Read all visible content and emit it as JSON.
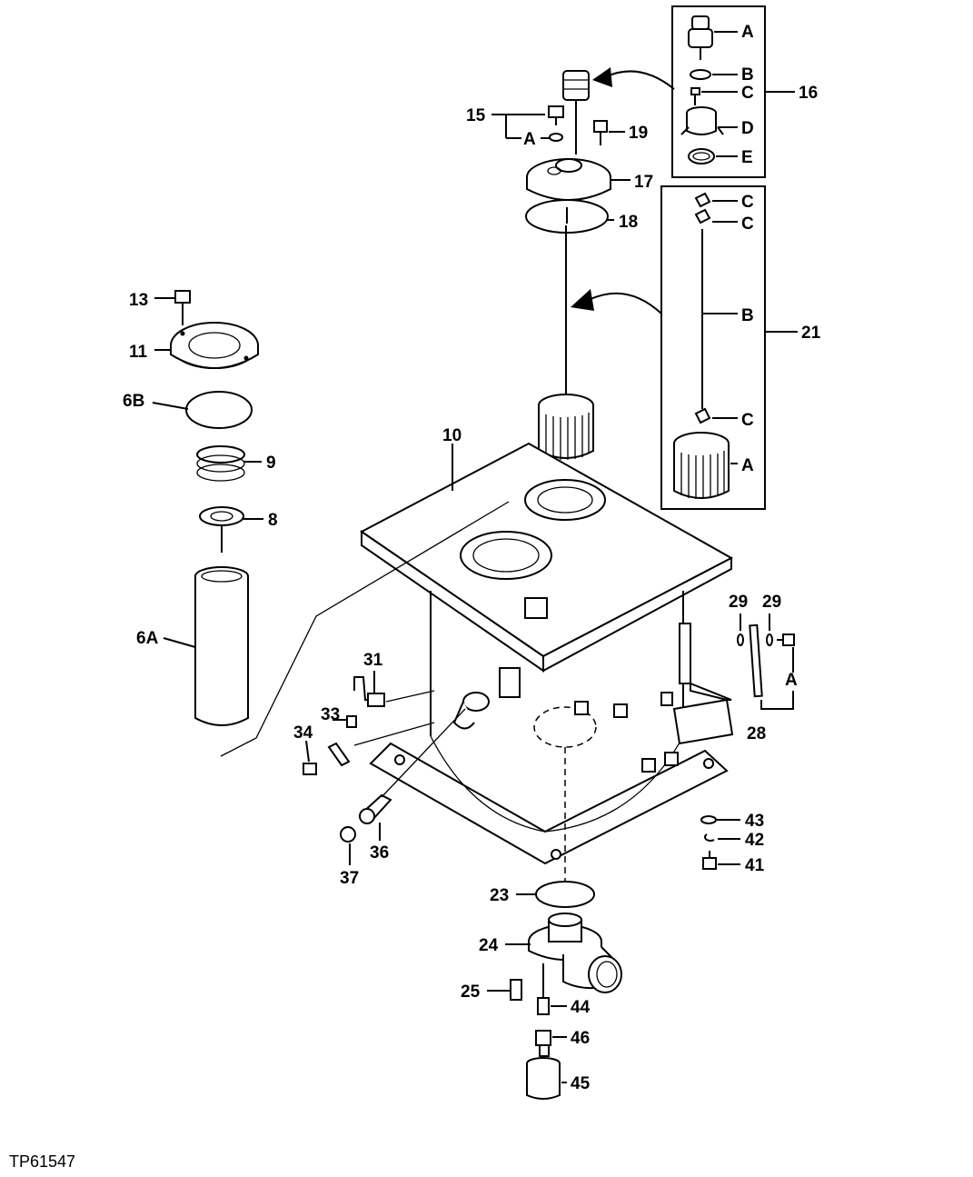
{
  "figure_id": "TP61547",
  "callouts": {
    "c10": "10",
    "c11": "11",
    "c13": "13",
    "c15": "15",
    "c16": "16",
    "c17": "17",
    "c18": "18",
    "c19": "19",
    "c21": "21",
    "c23": "23",
    "c24": "24",
    "c25": "25",
    "c28": "28",
    "c29a": "29",
    "c29b": "29",
    "c31": "31",
    "c33": "33",
    "c34": "34",
    "c36": "36",
    "c37": "37",
    "c41": "41",
    "c42": "42",
    "c43": "43",
    "c44": "44",
    "c45": "45",
    "c46": "46",
    "c6a": "6A",
    "c6b": "6B",
    "c8": "8",
    "c9": "9",
    "c15a": "A",
    "c28a": "A"
  },
  "kit16": {
    "a": "A",
    "b": "B",
    "c": "C",
    "d": "D",
    "e": "E"
  },
  "kit21": {
    "c1": "C",
    "c2": "C",
    "b": "B",
    "c3": "C",
    "a": "A"
  }
}
